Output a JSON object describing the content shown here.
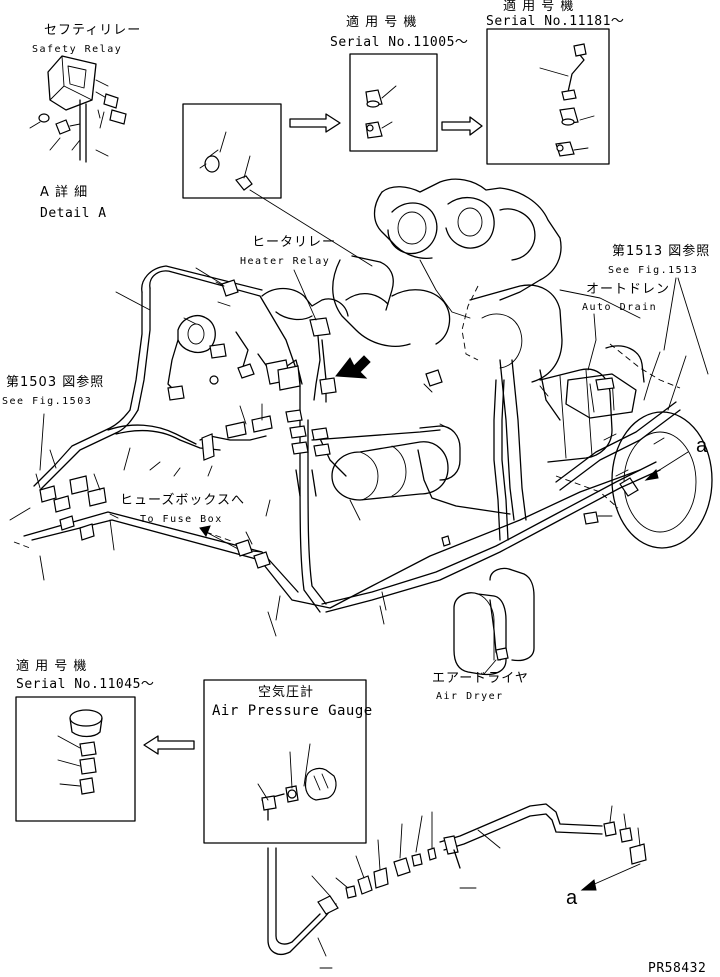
{
  "labels": {
    "safety_relay_jp": "セフティリレー",
    "safety_relay_en": "Safety Relay",
    "detail_a_jp": "A 詳 細",
    "detail_a_en": "Detail A",
    "serial_11005_jp": "適 用 号 機",
    "serial_11005_en": "Serial No.11005～",
    "serial_11181_jp": "適 用 号 機",
    "serial_11181_en": "Serial No.11181～",
    "heater_relay_jp": "ヒータリレー",
    "heater_relay_en": "Heater Relay",
    "see_fig_1513_jp": "第1513 図参照",
    "see_fig_1513_en": "See Fig.1513",
    "auto_drain_jp": "オートドレン",
    "auto_drain_en": "Auto Drain",
    "see_fig_1503_jp": "第1503 図参照",
    "see_fig_1503_en": "See Fig.1503",
    "fuse_box_jp": "ヒューズボックスへ",
    "fuse_box_en": "To Fuse Box",
    "ref_a_upper": "a",
    "ref_a_lower": "a",
    "air_dryer_jp": "エアードライヤ",
    "air_dryer_en": "Air Dryer",
    "serial_11045_jp": "適 用 号 機",
    "serial_11045_en": "Serial No.11045～",
    "air_gauge_jp": "空気圧計",
    "air_gauge_en": "Air Pressure Gauge",
    "drawing_code": "PR58432"
  }
}
